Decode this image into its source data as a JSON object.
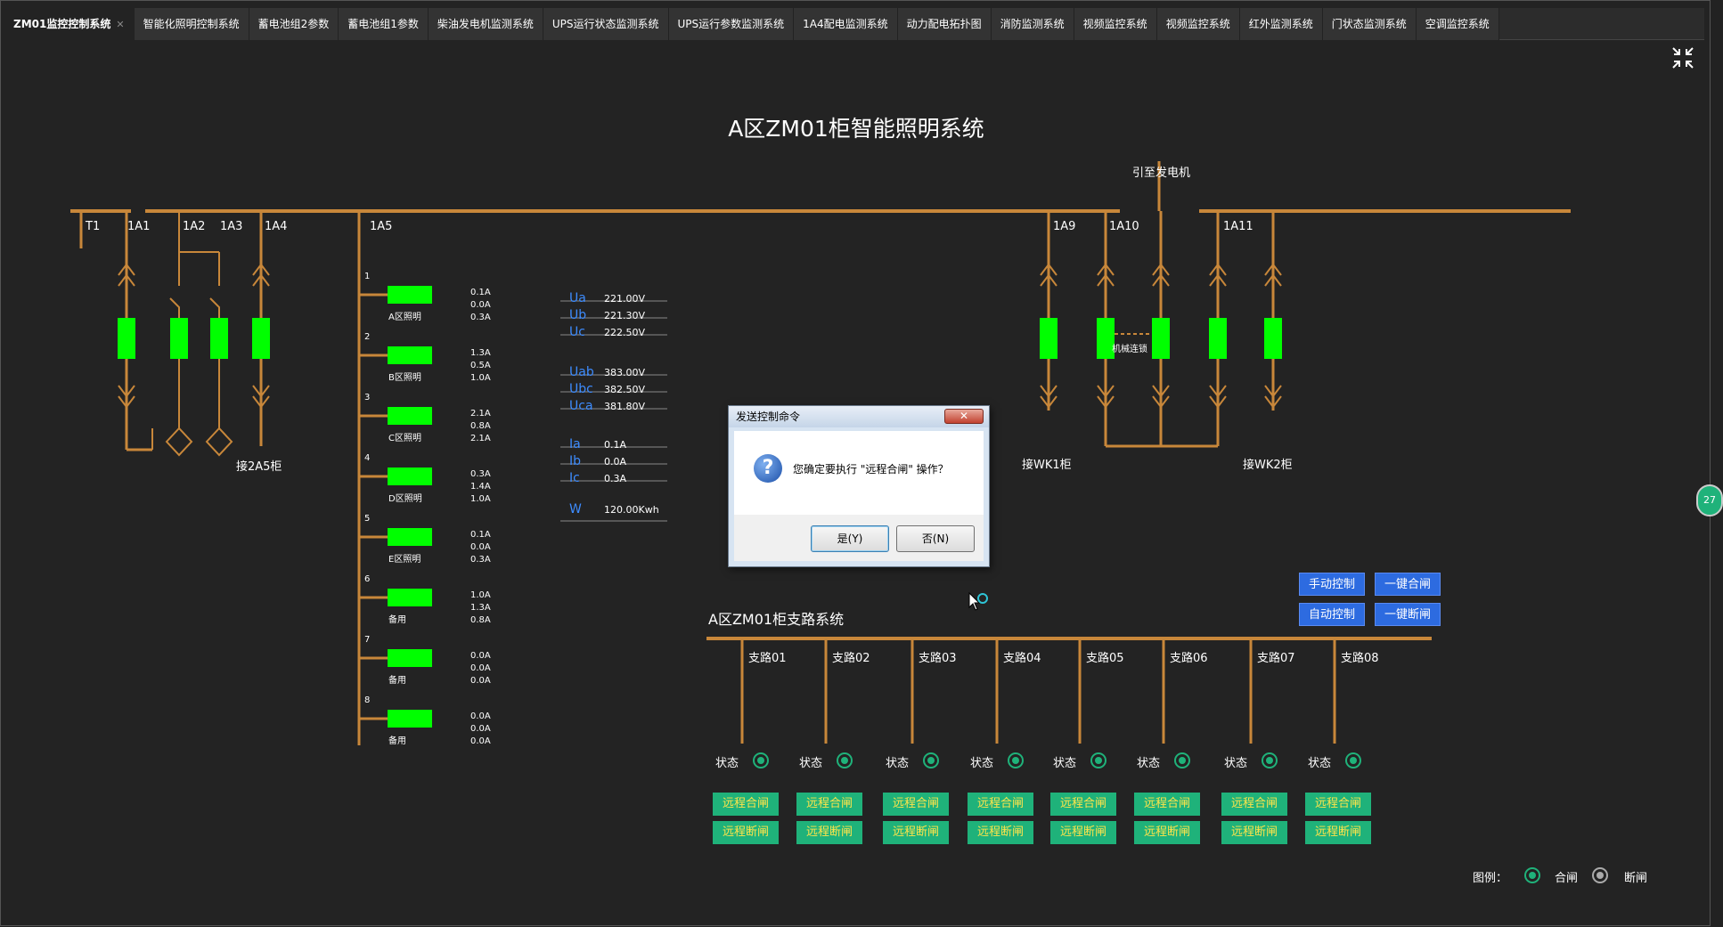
{
  "tabs": [
    {
      "label": "ZM01监控控制系统",
      "active": true
    },
    {
      "label": "智能化照明控制系统"
    },
    {
      "label": "蓄电池组2参数"
    },
    {
      "label": "蓄电池组1参数"
    },
    {
      "label": "柴油发电机监测系统"
    },
    {
      "label": "UPS运行状态监测系统"
    },
    {
      "label": "UPS运行参数监测系统"
    },
    {
      "label": "1A4配电监测系统"
    },
    {
      "label": "动力配电拓扑图"
    },
    {
      "label": "消防监测系统"
    },
    {
      "label": "视频监控系统"
    },
    {
      "label": "视频监控系统"
    },
    {
      "label": "红外监测系统"
    },
    {
      "label": "门状态监测系统"
    },
    {
      "label": "空调监控系统"
    }
  ],
  "tab_close": "✕",
  "title": "A区ZM01柜智能照明系统",
  "generator_label": "引至发电机",
  "bus_labels": {
    "t1": "T1",
    "a1": "1A1",
    "a2": "1A2",
    "a3": "1A3",
    "a4": "1A4",
    "a5": "1A5",
    "a9": "1A9",
    "a10": "1A10",
    "a11": "1A11"
  },
  "connect_2a5": "接2A5柜",
  "connect_wk1": "接WK1柜",
  "connect_wk2": "接WK2柜",
  "interlock": "机械连锁",
  "circuits": [
    {
      "num": "1",
      "name": "A区照明",
      "currents": [
        "0.1A",
        "0.0A",
        "0.3A"
      ]
    },
    {
      "num": "2",
      "name": "B区照明",
      "currents": [
        "1.3A",
        "0.5A",
        "1.0A"
      ]
    },
    {
      "num": "3",
      "name": "C区照明",
      "currents": [
        "2.1A",
        "0.8A",
        "2.1A"
      ]
    },
    {
      "num": "4",
      "name": "D区照明",
      "currents": [
        "0.3A",
        "1.4A",
        "1.0A"
      ]
    },
    {
      "num": "5",
      "name": "E区照明",
      "currents": [
        "0.1A",
        "0.0A",
        "0.3A"
      ]
    },
    {
      "num": "6",
      "name": "备用",
      "currents": [
        "1.0A",
        "1.3A",
        "0.8A"
      ]
    },
    {
      "num": "7",
      "name": "备用",
      "currents": [
        "0.0A",
        "0.0A",
        "0.0A"
      ]
    },
    {
      "num": "8",
      "name": "备用",
      "currents": [
        "0.0A",
        "0.0A",
        "0.0A"
      ]
    }
  ],
  "measurements": [
    {
      "name": "Ua",
      "value": "221.00V"
    },
    {
      "name": "Ub",
      "value": "221.30V"
    },
    {
      "name": "Uc",
      "value": "222.50V"
    },
    {
      "name": "Uab",
      "value": "383.00V"
    },
    {
      "name": "Ubc",
      "value": "382.50V"
    },
    {
      "name": "Uca",
      "value": "381.80V"
    },
    {
      "name": "Ia",
      "value": "0.1A"
    },
    {
      "name": "Ib",
      "value": "0.0A"
    },
    {
      "name": "Ic",
      "value": "0.3A"
    },
    {
      "name": "W",
      "value": "120.00Kwh"
    }
  ],
  "branch_title": "A区ZM01柜支路系统",
  "branches": [
    "支路01",
    "支路02",
    "支路03",
    "支路04",
    "支路05",
    "支路06",
    "支路07",
    "支路08"
  ],
  "status_label": "状态",
  "remote_close": "远程合闸",
  "remote_open": "远程断闸",
  "controls": {
    "manual": "手动控制",
    "auto": "自动控制",
    "close_all": "一键合闸",
    "open_all": "一键断闸"
  },
  "legend": {
    "title": "图例：",
    "closed": "合闸",
    "open": "断闸"
  },
  "dialog": {
    "title": "发送控制命令",
    "message": "您确定要执行 \"远程合闸\" 操作？",
    "yes": "是(Y)",
    "no": "否(N)",
    "close": "✕"
  },
  "side_tag": "27",
  "colors": {
    "bus": "#c8873a",
    "breaker": "#00ff00",
    "accent_blue": "#2d6be0",
    "green_button": "#1fb27a"
  }
}
